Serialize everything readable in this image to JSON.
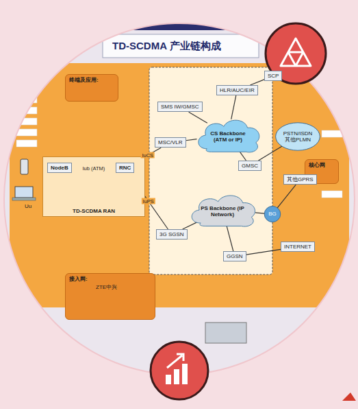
{
  "diagram": {
    "title": "TD-SCDMA 产业链构成",
    "nodes": [
      {
        "text": [
          "终端及应用:"
        ]
      },
      {
        "text": [
          "TD-SCDMA RAN"
        ]
      },
      {
        "text": [
          "NodeB"
        ],
        "in": 1
      },
      {
        "text": [
          "RNC"
        ],
        "in": 1
      },
      {
        "text": [
          "SMS IW/GMSC"
        ]
      },
      {
        "text": [
          "HLR/AUC/EIR"
        ]
      },
      {
        "text": [
          "SCP"
        ]
      },
      {
        "text": [
          "MSC/VLR"
        ]
      },
      {
        "text": [
          "CS Backbone (ATM or IP)"
        ]
      },
      {
        "text": [
          "GMSC"
        ]
      },
      {
        "text": [
          "PSTN/ISDN 其他PLMN"
        ]
      },
      {
        "text": [
          "核心网"
        ]
      },
      {
        "text": [
          "其他GPRS"
        ]
      },
      {
        "text": [
          "PS Backbone (IP Network)"
        ]
      },
      {
        "text": [
          "3G SGSN"
        ]
      },
      {
        "text": [
          "BG"
        ]
      },
      {
        "text": [
          "GGSN"
        ]
      },
      {
        "text": [
          "INTERNET"
        ]
      },
      {
        "text": [
          "接入网:"
        ]
      }
    ],
    "edges": [
      {
        "from": 2,
        "to": 3,
        "label": "Iub (ATM)",
        "arrow": "none"
      },
      {
        "from": 3,
        "to": 7,
        "label": "IuCS",
        "arrow": "none"
      },
      {
        "from": 3,
        "to": 14,
        "label": "IuPS",
        "arrow": "none"
      },
      {
        "from": 7,
        "to": 8,
        "arrow": "none"
      },
      {
        "from": 4,
        "to": 8,
        "arrow": "none"
      },
      {
        "from": 5,
        "to": 8,
        "arrow": "none"
      },
      {
        "from": 6,
        "to": 5,
        "arrow": "none"
      },
      {
        "from": 8,
        "to": 9,
        "arrow": "none"
      },
      {
        "from": 9,
        "to": 10,
        "arrow": "none"
      },
      {
        "from": 14,
        "to": 13,
        "arrow": "none"
      },
      {
        "from": 13,
        "to": 15,
        "arrow": "none"
      },
      {
        "from": 15,
        "to": 12,
        "arrow": "none"
      },
      {
        "from": 13,
        "to": 16,
        "arrow": "none"
      },
      {
        "from": 16,
        "to": 17,
        "arrow": "none"
      }
    ],
    "labels": [
      "Uu",
      "ZTE中兴"
    ]
  }
}
